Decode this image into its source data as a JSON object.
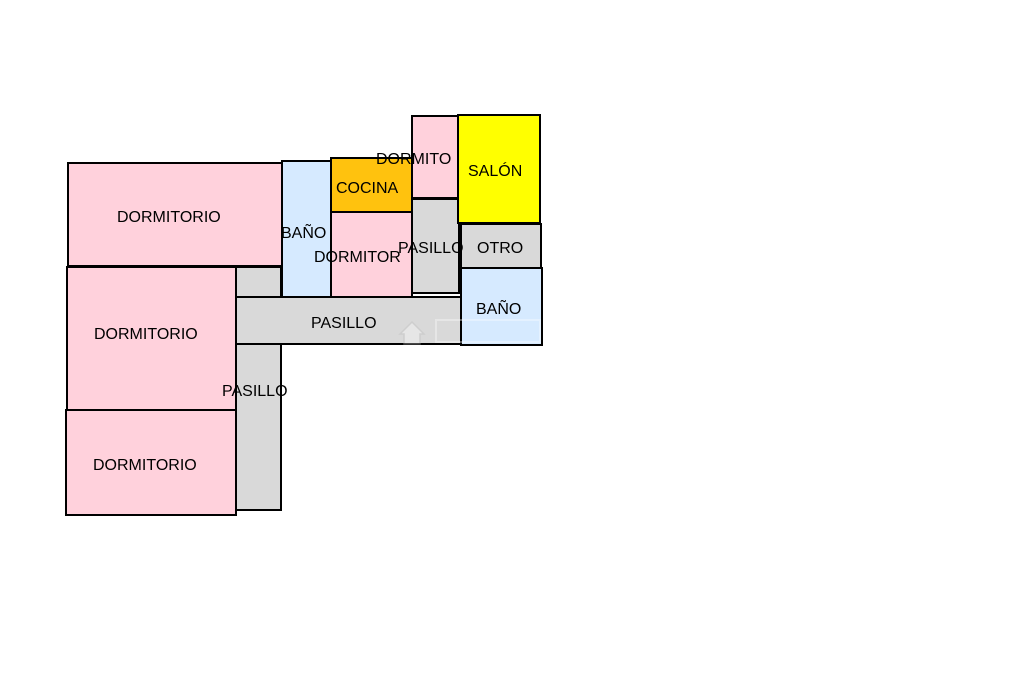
{
  "colors": {
    "dormitorio": "#ffd1dc",
    "bano": "#d6eaff",
    "cocina": "#ffc20e",
    "salon": "#ffff00",
    "pasillo": "#d9d9d9",
    "border": "#000000"
  },
  "rooms": {
    "dormitorio_1": {
      "label": "DORMITORIO",
      "type": "dormitorio"
    },
    "dormitorio_2": {
      "label": "DORMITORIO",
      "type": "dormitorio"
    },
    "dormitorio_3": {
      "label": "DORMITORIO",
      "type": "dormitorio"
    },
    "dormitorio_4": {
      "label": "DORMITOR",
      "type": "dormitorio"
    },
    "dormitorio_5": {
      "label": "DORMITO",
      "type": "dormitorio"
    },
    "bano_1": {
      "label": "BAÑO",
      "type": "bano"
    },
    "bano_2": {
      "label": "BAÑO",
      "type": "bano"
    },
    "cocina": {
      "label": "COCINA",
      "type": "cocina"
    },
    "salon": {
      "label": "SALÓN",
      "type": "salon"
    },
    "pasillo_vertical": {
      "label": "PASILLO",
      "type": "pasillo"
    },
    "pasillo_horizontal": {
      "label": "PASILLO",
      "type": "pasillo"
    },
    "pasillo_small": {
      "label": "PASILLO",
      "type": "pasillo"
    },
    "otro": {
      "label": "OTRO",
      "type": "pasillo"
    }
  }
}
